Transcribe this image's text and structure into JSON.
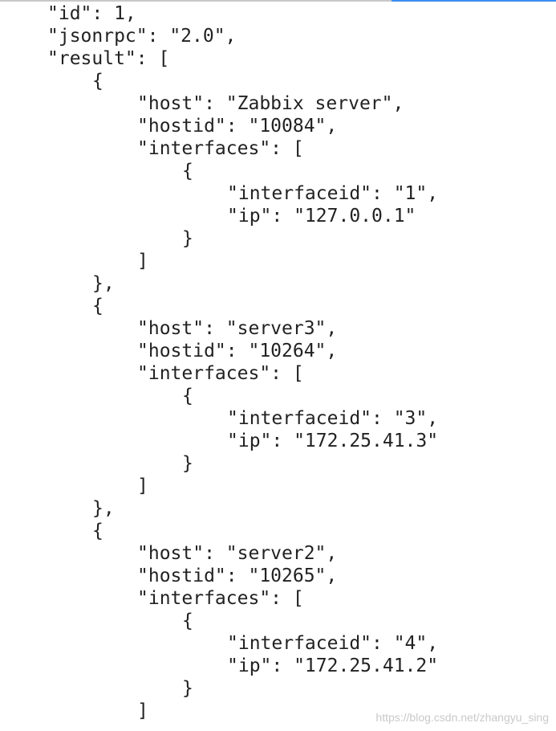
{
  "code_lines": [
    {
      "text": "\"id\": 1,",
      "indent": 1
    },
    {
      "text": "\"jsonrpc\": \"2.0\",",
      "indent": 1
    },
    {
      "text": "\"result\": [",
      "indent": 1
    },
    {
      "text": "{",
      "indent": 2
    },
    {
      "text": "\"host\": \"Zabbix server\",",
      "indent": 3
    },
    {
      "text": "\"hostid\": \"10084\",",
      "indent": 3
    },
    {
      "text": "\"interfaces\": [",
      "indent": 3
    },
    {
      "text": "{",
      "indent": 4
    },
    {
      "text": "\"interfaceid\": \"1\",",
      "indent": 5
    },
    {
      "text": "\"ip\": \"127.0.0.1\"",
      "indent": 5
    },
    {
      "text": "}",
      "indent": 4
    },
    {
      "text": "]",
      "indent": 3
    },
    {
      "text": "},",
      "indent": 2
    },
    {
      "text": "{",
      "indent": 2
    },
    {
      "text": "\"host\": \"server3\",",
      "indent": 3
    },
    {
      "text": "\"hostid\": \"10264\",",
      "indent": 3
    },
    {
      "text": "\"interfaces\": [",
      "indent": 3
    },
    {
      "text": "{",
      "indent": 4
    },
    {
      "text": "\"interfaceid\": \"3\",",
      "indent": 5
    },
    {
      "text": "\"ip\": \"172.25.41.3\"",
      "indent": 5
    },
    {
      "text": "}",
      "indent": 4
    },
    {
      "text": "]",
      "indent": 3
    },
    {
      "text": "},",
      "indent": 2
    },
    {
      "text": "{",
      "indent": 2
    },
    {
      "text": "\"host\": \"server2\",",
      "indent": 3
    },
    {
      "text": "\"hostid\": \"10265\",",
      "indent": 3
    },
    {
      "text": "\"interfaces\": [",
      "indent": 3
    },
    {
      "text": "{",
      "indent": 4
    },
    {
      "text": "\"interfaceid\": \"4\",",
      "indent": 5
    },
    {
      "text": "\"ip\": \"172.25.41.2\"",
      "indent": 5
    },
    {
      "text": "}",
      "indent": 4
    },
    {
      "text": "]",
      "indent": 3
    }
  ],
  "watermark": "https://blog.csdn.net/zhangyu_sing"
}
